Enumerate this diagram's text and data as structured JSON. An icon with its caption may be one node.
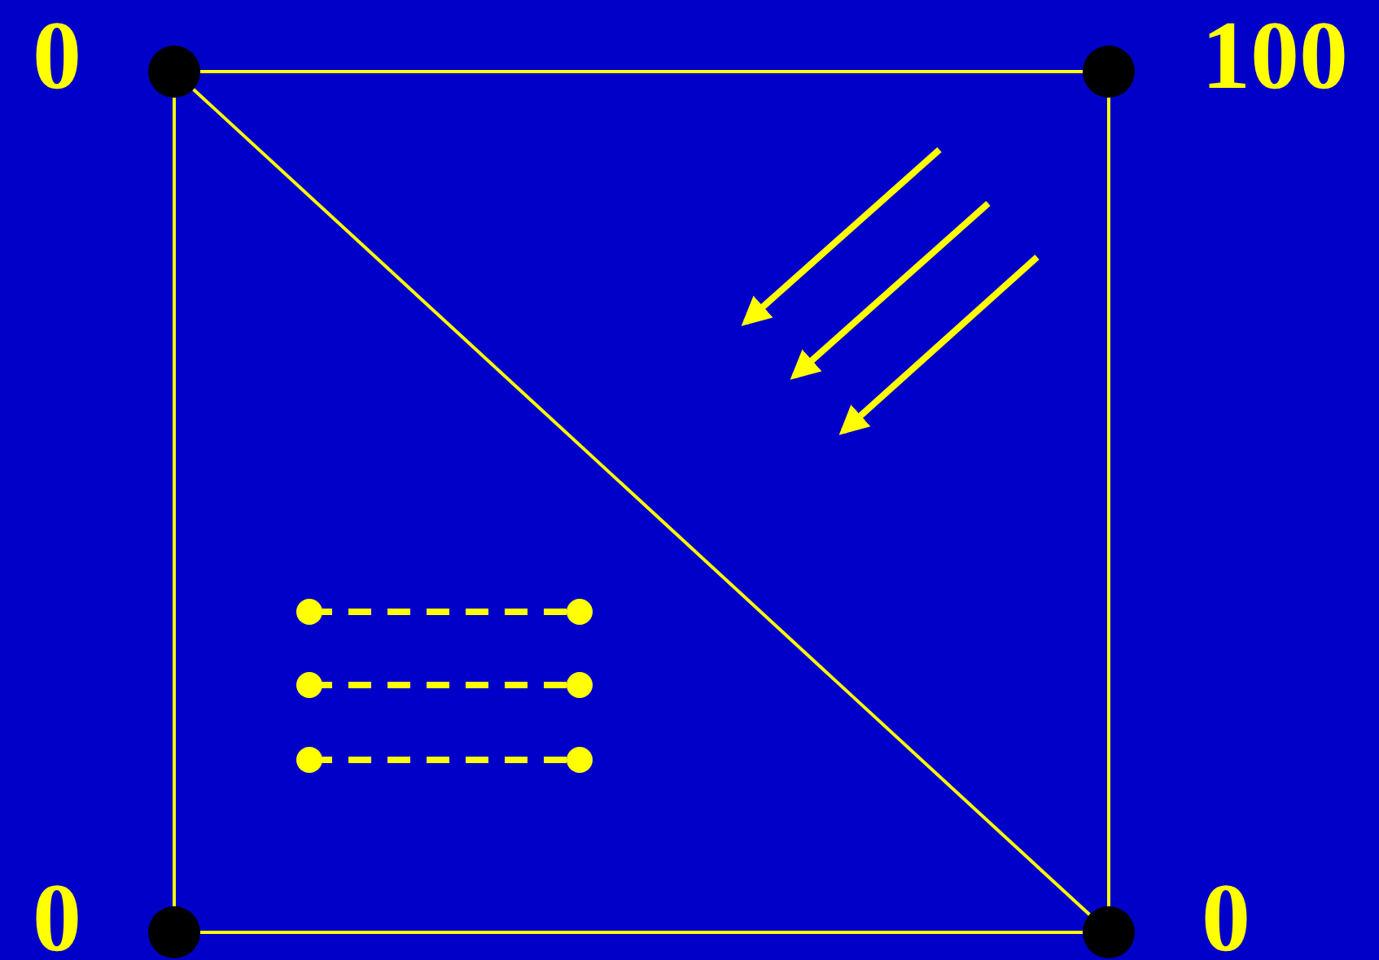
{
  "diagram": {
    "nodes": [
      {
        "text": [],
        "shape": "circle",
        "beside": [
          "0"
        ]
      },
      {
        "text": [],
        "shape": "circle",
        "beside": [
          "100"
        ]
      },
      {
        "text": [],
        "shape": "circle",
        "beside": [
          "0"
        ]
      },
      {
        "text": [],
        "shape": "circle",
        "beside": [
          "0"
        ]
      }
    ],
    "edges": [
      {
        "from": 0,
        "to": 1,
        "arrow": "none"
      },
      {
        "from": 1,
        "to": 3,
        "arrow": "none"
      },
      {
        "from": 3,
        "to": 2,
        "arrow": "none"
      },
      {
        "from": 2,
        "to": 0,
        "arrow": "none"
      },
      {
        "from": 0,
        "to": 3,
        "arrow": "none"
      }
    ]
  }
}
